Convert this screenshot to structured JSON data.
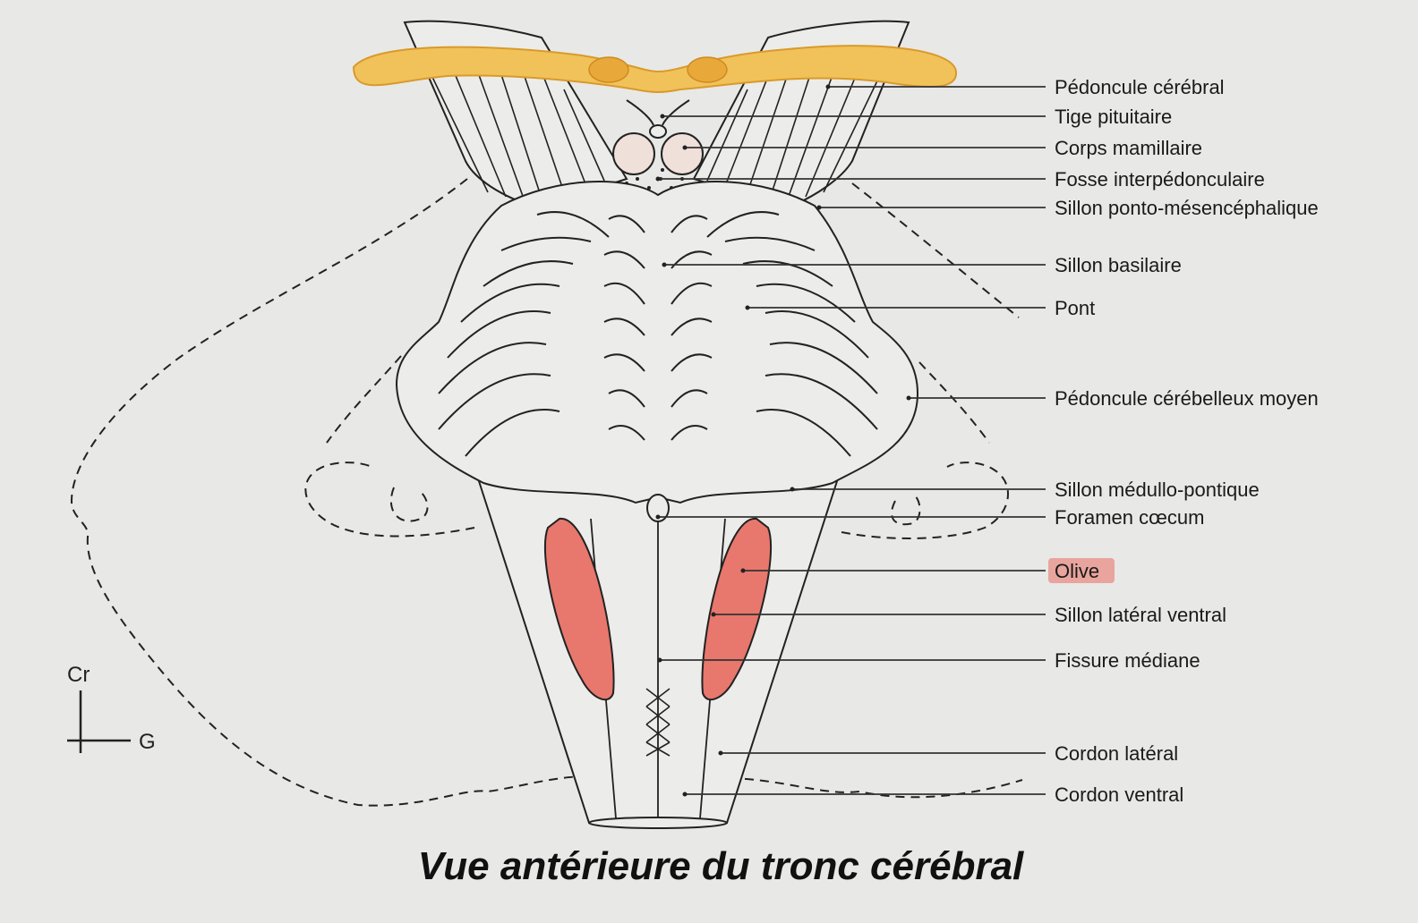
{
  "title": "Vue antérieure du tronc cérébral",
  "orientation": {
    "cranial": "Cr",
    "left": "G"
  },
  "highlight_color": "#e8776d",
  "structure_colors": {
    "optic_chiasm": "#f1c25a",
    "olive": "#e8776d",
    "mammillary": "#efe0da"
  },
  "labels": [
    {
      "text": "Pédoncule cérébral"
    },
    {
      "text": "Tige pituitaire"
    },
    {
      "text": "Corps mamillaire"
    },
    {
      "text": "Fosse interpédonculaire"
    },
    {
      "text": "Sillon ponto-mésencéphalique"
    },
    {
      "text": "Sillon basilaire"
    },
    {
      "text": "Pont"
    },
    {
      "text": "Pédoncule cérébelleux moyen"
    },
    {
      "text": "Sillon médullo-pontique"
    },
    {
      "text": "Foramen cœcum"
    },
    {
      "text": "Olive",
      "highlighted": true
    },
    {
      "text": "Sillon latéral ventral"
    },
    {
      "text": "Fissure médiane"
    },
    {
      "text": "Cordon latéral"
    },
    {
      "text": "Cordon ventral"
    }
  ]
}
